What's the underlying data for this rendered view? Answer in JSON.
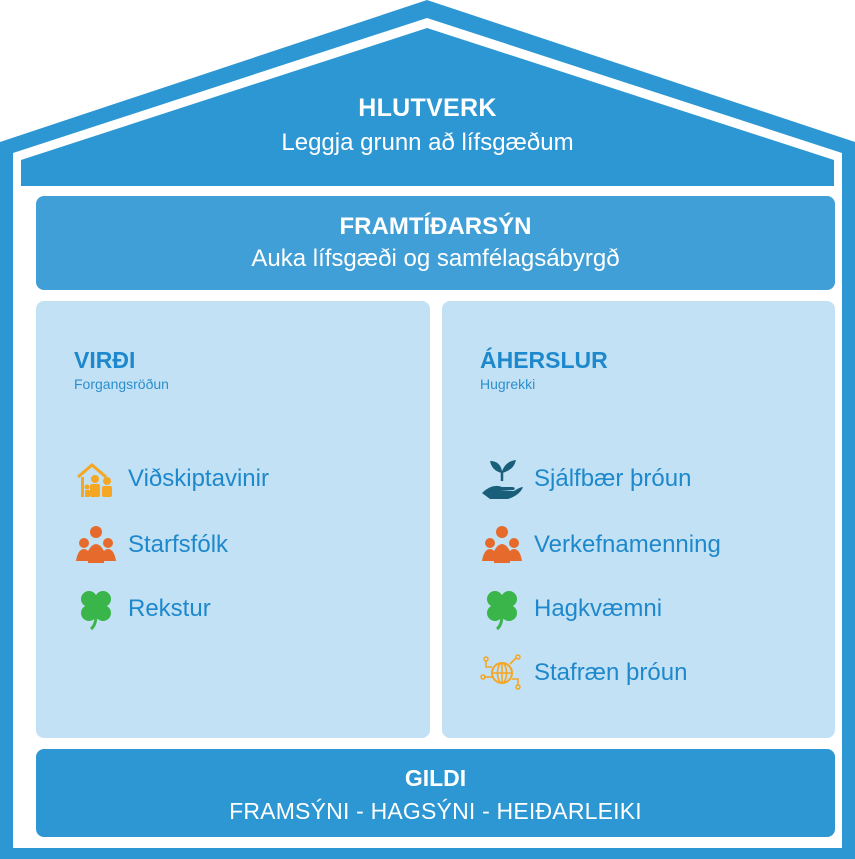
{
  "roof": {
    "title": "HLUTVERK",
    "subtitle": "Leggja grunn að lífsgæðum"
  },
  "vision": {
    "title": "FRAMTÍÐARSÝN",
    "subtitle": "Auka lífsgæði og samfélagsábyrgð"
  },
  "left": {
    "title": "VIRÐI",
    "subtitle": "Forgangsröðun",
    "items": [
      {
        "label": "Viðskiptavinir",
        "icon": "family-house-icon"
      },
      {
        "label": "Starfsfólk",
        "icon": "people-group-icon"
      },
      {
        "label": "Rekstur",
        "icon": "clover-icon"
      }
    ]
  },
  "right": {
    "title": "ÁHERSLUR",
    "subtitle": "Hugrekki",
    "items": [
      {
        "label": "Sjálfbær þróun",
        "icon": "hand-plant-icon"
      },
      {
        "label": "Verkefnamenning",
        "icon": "people-group-icon"
      },
      {
        "label": "Hagkvæmni",
        "icon": "clover-icon"
      },
      {
        "label": "Stafræn þróun",
        "icon": "digital-globe-icon"
      }
    ]
  },
  "values": {
    "title": "GILDI",
    "subtitle": "FRAMSÝNI - HAGSÝNI - HEIÐARLEIKI"
  },
  "colors": {
    "primary": "#2c97d3",
    "vision": "#3f9fd6",
    "panel": "#c2e1f4",
    "text_blue": "#1e88cc",
    "icon_orange": "#e56a2c",
    "icon_yellow": "#f5a623",
    "icon_green": "#39b54a",
    "icon_teal": "#1a5f7a"
  }
}
